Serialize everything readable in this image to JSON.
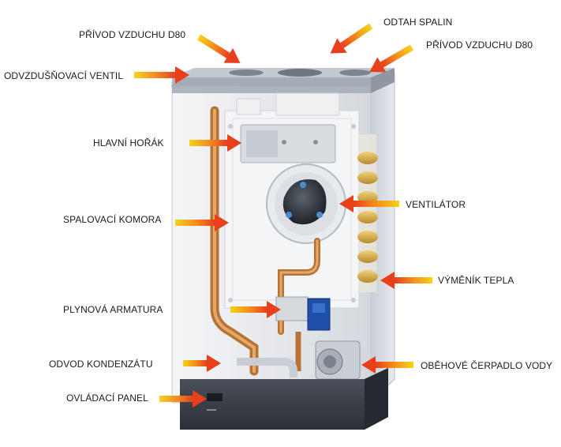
{
  "labels": {
    "privod_vzduchu_left": "PŘÍVOD VZDUCHU D80",
    "odtah_spalin": "ODTAH SPALIN",
    "privod_vzduchu_right": "PŘÍVOD VZDUCHU D80",
    "odvzdusnovaci_ventil": "ODVZDUŠŇOVACÍ VENTIL",
    "hlavni_horak": "HLAVNÍ HOŘÁK",
    "ventilator": "VENTILÁTOR",
    "spalovaci_komora": "SPALOVACÍ KOMORA",
    "vymenik_tepla": "VÝMĚNÍK TEPLA",
    "plynova_armatura": "PLYNOVÁ ARMATURA",
    "odvod_kondenzatu": "ODVOD KONDENZÁTU",
    "obehove_cerpadlo": "OBĚHOVÉ ČERPADLO VODY",
    "ovladaci_panel": "OVLÁDACÍ PANEL"
  },
  "colors": {
    "arrow_start": "#f6d21a",
    "arrow_end": "#e8401a",
    "casing": "#e9ecef",
    "panel": "#3a3f48",
    "pipe": "#d08a4a"
  }
}
